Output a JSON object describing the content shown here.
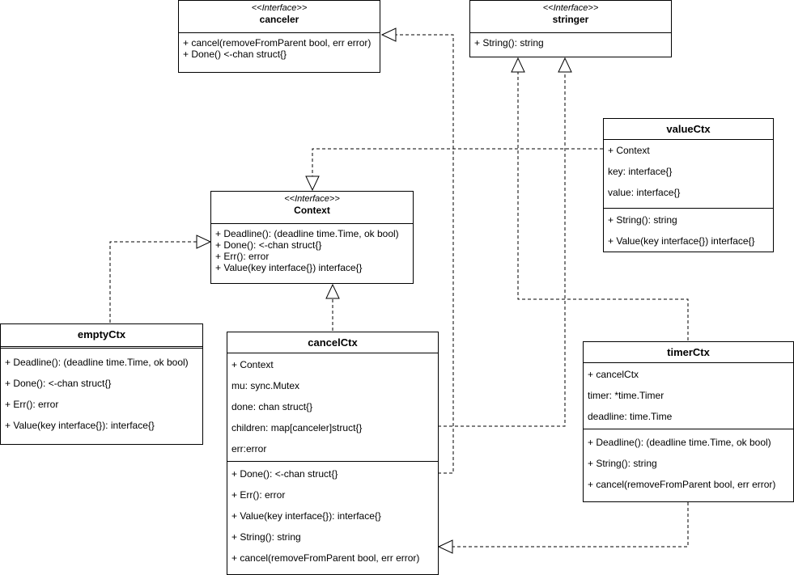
{
  "canceler": {
    "stereotype": "<<Interface>>",
    "name": "canceler",
    "methods": [
      "+ cancel(removeFromParent bool, err error)",
      "+ Done() <-chan struct{}"
    ]
  },
  "stringer": {
    "stereotype": "<<Interface>>",
    "name": "stringer",
    "methods": [
      "+ String(): string"
    ]
  },
  "context": {
    "stereotype": "<<Interface>>",
    "name": "Context",
    "methods": [
      "+ Deadline(): (deadline time.Time, ok bool)",
      "+ Done(): <-chan struct{}",
      "+ Err(): error",
      "+ Value(key interface{}) interface{}"
    ]
  },
  "valueCtx": {
    "name": "valueCtx",
    "fields": [
      "+ Context",
      "key: interface{}",
      "value: interface{}"
    ],
    "methods": [
      "+ String(): string",
      "+ Value(key interface{}) interface{}"
    ]
  },
  "emptyCtx": {
    "name": "emptyCtx",
    "methods": [
      "+ Deadline(): (deadline time.Time, ok bool)",
      "+ Done(): <-chan struct{}",
      "+ Err(): error",
      "+ Value(key interface{}): interface{}"
    ]
  },
  "cancelCtx": {
    "name": "cancelCtx",
    "fields": [
      "+ Context",
      "mu: sync.Mutex",
      "done: chan struct{}",
      "children: map[canceler]struct{}",
      "err:error"
    ],
    "methods": [
      "+ Done(): <-chan struct{}",
      "+ Err(): error",
      "+ Value(key interface{}): interface{}",
      "+ String(): string",
      "+ cancel(removeFromParent bool, err error)"
    ]
  },
  "timerCtx": {
    "name": "timerCtx",
    "fields": [
      "+ cancelCtx",
      "timer: *time.Timer",
      "deadline: time.Time"
    ],
    "methods": [
      "+ Deadline(): (deadline time.Time, ok bool)",
      "+ String(): string",
      "+ cancel(removeFromParent bool, err error)"
    ]
  }
}
